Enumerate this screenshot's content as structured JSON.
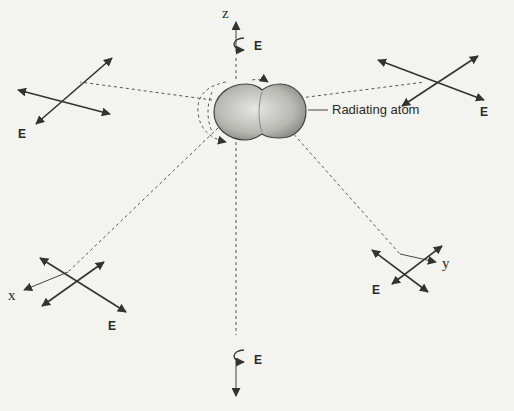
{
  "diagram": {
    "labels": [
      "z",
      "E",
      "E",
      "E",
      "Radiating atom",
      "E",
      "x",
      "E",
      "y",
      "E"
    ]
  }
}
